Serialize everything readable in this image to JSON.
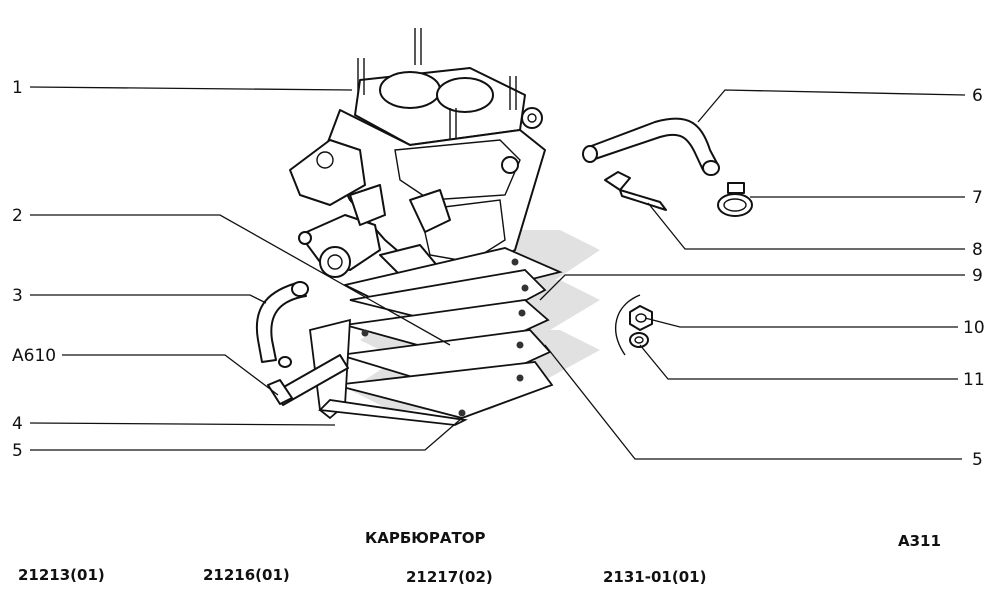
{
  "diagram": {
    "title": "КАРБЮРАТОР",
    "code": "A311",
    "callouts": [
      {
        "id": "c1",
        "label": "1"
      },
      {
        "id": "c2",
        "label": "2"
      },
      {
        "id": "c3",
        "label": "3"
      },
      {
        "id": "c4",
        "label": "А610"
      },
      {
        "id": "c5",
        "label": "4"
      },
      {
        "id": "c6",
        "label": "5"
      },
      {
        "id": "c7",
        "label": "6"
      },
      {
        "id": "c8",
        "label": "7"
      },
      {
        "id": "c9",
        "label": "8"
      },
      {
        "id": "c10",
        "label": "9"
      },
      {
        "id": "c11",
        "label": "10"
      },
      {
        "id": "c12",
        "label": "11"
      },
      {
        "id": "c13",
        "label": "5"
      }
    ]
  },
  "footer": {
    "models": [
      "21213(01)",
      "21216(01)",
      "21217(02)",
      "2131-01(01)"
    ]
  },
  "colors": {
    "line": "#111111",
    "watermark": "#d8d8d8"
  }
}
